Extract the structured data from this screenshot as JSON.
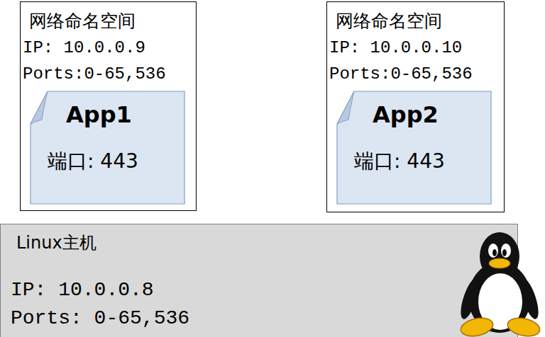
{
  "diagram": {
    "nodes": [
      {
        "text": [
          "网络命名空间",
          "IP: 10.0.0.9",
          "Ports:0-65,536"
        ]
      },
      {
        "text": [
          "App1",
          "端口: 443"
        ],
        "in": 0
      },
      {
        "text": [
          "网络命名空间",
          "IP: 10.0.0.10",
          "Ports:0-65,536"
        ]
      },
      {
        "text": [
          "App2",
          "端口: 443"
        ],
        "in": 2
      },
      {
        "text": [
          "Linux主机",
          "IP: 10.0.0.8",
          "Ports: 0-65,536"
        ]
      }
    ]
  }
}
